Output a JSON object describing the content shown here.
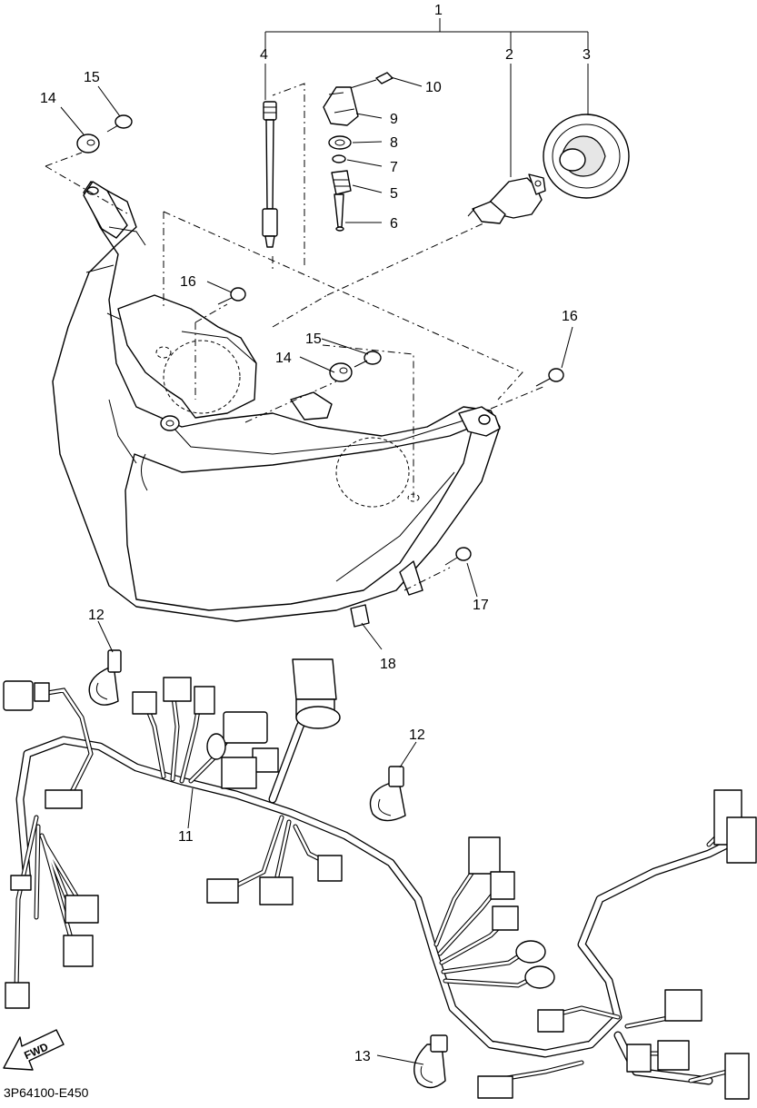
{
  "diagram": {
    "drawing_code": "3P64100-E450",
    "direction_label": "FWD",
    "callouts": {
      "c1": "1",
      "c2": "2",
      "c3": "3",
      "c4": "4",
      "c5": "5",
      "c6": "6",
      "c7": "7",
      "c8": "8",
      "c9": "9",
      "c10": "10",
      "c11": "11",
      "c12a": "12",
      "c12b": "12",
      "c13": "13",
      "c14a": "14",
      "c14b": "14",
      "c15a": "15",
      "c15b": "15",
      "c16a": "16",
      "c16b": "16",
      "c17": "17",
      "c18": "18"
    }
  }
}
